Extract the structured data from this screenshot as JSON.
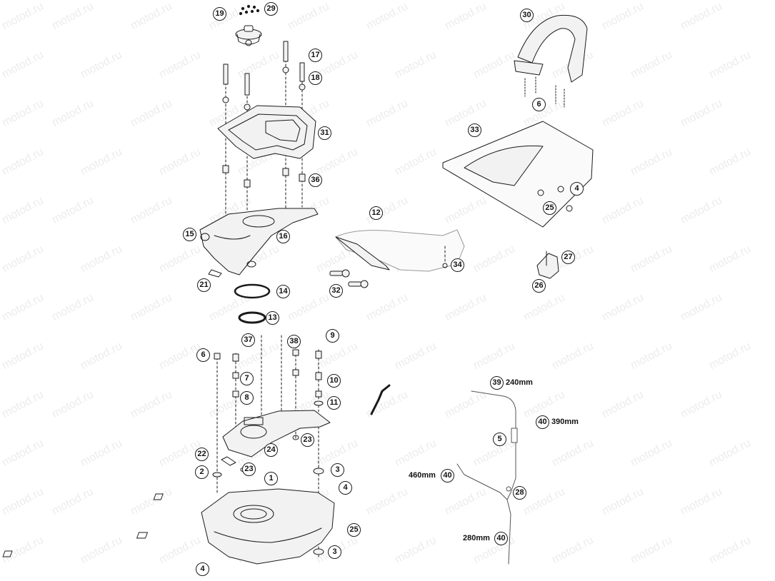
{
  "watermark": "motod.ru",
  "colors": {
    "line": "#1a1a1a",
    "part_fill": "#f2f2f2",
    "watermark": "#969696"
  },
  "callouts": [
    {
      "id": "c19",
      "label": "19"
    },
    {
      "id": "c29",
      "label": "29"
    },
    {
      "id": "c17",
      "label": "17"
    },
    {
      "id": "c18",
      "label": "18"
    },
    {
      "id": "c31",
      "label": "31"
    },
    {
      "id": "c36",
      "label": "36"
    },
    {
      "id": "c15",
      "label": "15"
    },
    {
      "id": "c16",
      "label": "16"
    },
    {
      "id": "c21",
      "label": "21"
    },
    {
      "id": "c14",
      "label": "14"
    },
    {
      "id": "c13",
      "label": "13"
    },
    {
      "id": "c12",
      "label": "12"
    },
    {
      "id": "c32",
      "label": "32"
    },
    {
      "id": "c34",
      "label": "34"
    },
    {
      "id": "c30",
      "label": "30"
    },
    {
      "id": "c6a",
      "label": "6"
    },
    {
      "id": "c33",
      "label": "33"
    },
    {
      "id": "c4a",
      "label": "4"
    },
    {
      "id": "c25a",
      "label": "25"
    },
    {
      "id": "c27",
      "label": "27"
    },
    {
      "id": "c26",
      "label": "26"
    },
    {
      "id": "c37",
      "label": "37"
    },
    {
      "id": "c38",
      "label": "38"
    },
    {
      "id": "c9",
      "label": "9"
    },
    {
      "id": "c6b",
      "label": "6"
    },
    {
      "id": "c7",
      "label": "7"
    },
    {
      "id": "c10",
      "label": "10"
    },
    {
      "id": "c8",
      "label": "8"
    },
    {
      "id": "c11",
      "label": "11"
    },
    {
      "id": "c23a",
      "label": "23"
    },
    {
      "id": "c24",
      "label": "24"
    },
    {
      "id": "c22",
      "label": "22"
    },
    {
      "id": "c2",
      "label": "2"
    },
    {
      "id": "c23b",
      "label": "23"
    },
    {
      "id": "c3a",
      "label": "3"
    },
    {
      "id": "c1",
      "label": "1"
    },
    {
      "id": "c4b",
      "label": "4"
    },
    {
      "id": "c25b",
      "label": "25"
    },
    {
      "id": "c3b",
      "label": "3"
    },
    {
      "id": "c4c",
      "label": "4"
    },
    {
      "id": "c39",
      "label": "39"
    },
    {
      "id": "c40a",
      "label": "40"
    },
    {
      "id": "c5",
      "label": "5"
    },
    {
      "id": "c40b",
      "label": "40"
    },
    {
      "id": "c28",
      "label": "28"
    },
    {
      "id": "c40c",
      "label": "40"
    }
  ],
  "hose_lengths": [
    {
      "id": "l39",
      "text": "240mm"
    },
    {
      "id": "l40a",
      "text": "390mm"
    },
    {
      "id": "l40b",
      "text": "460mm"
    },
    {
      "id": "l40c",
      "text": "280mm"
    }
  ]
}
